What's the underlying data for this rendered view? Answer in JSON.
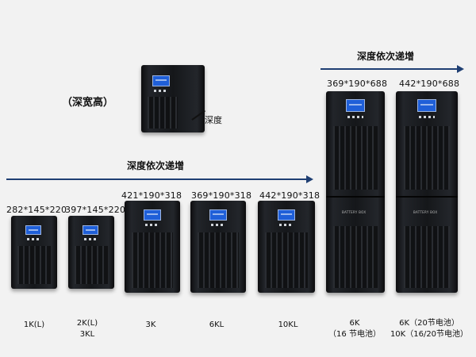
{
  "caption_dims": "（深宽高）",
  "depth_label": "深度",
  "arrow_text_mid": "深度依次递增",
  "arrow_text_top": "深度依次递增",
  "units": [
    {
      "dims": "282*145*220",
      "model": "1K(L)"
    },
    {
      "dims": "397*145*220",
      "model": "2K(L)\n3KL"
    },
    {
      "dims": "421*190*318",
      "model": "3K"
    },
    {
      "dims": "369*190*318",
      "model": "6KL"
    },
    {
      "dims": "442*190*318",
      "model": "10KL"
    },
    {
      "dims": "369*190*688",
      "model": "6K\n（16 节电池）"
    },
    {
      "dims": "442*190*688",
      "model": "6K（20节电池）\n10K（16/20节电池）"
    }
  ],
  "battery_label": "BATTERY BOX",
  "colors": {
    "arrow": "#1f3f73",
    "screen": "#1f5fd8",
    "background": "#f2f2f2"
  }
}
